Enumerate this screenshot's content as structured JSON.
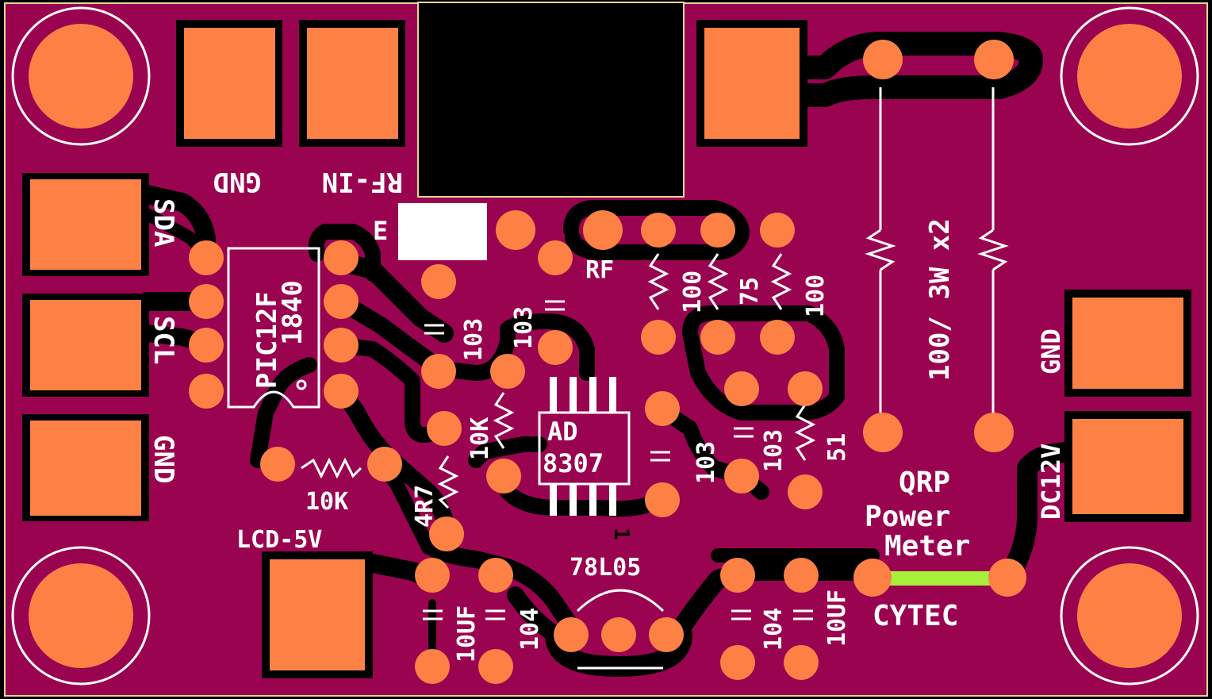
{
  "colors": {
    "background": "#000000",
    "board": "#9a0350",
    "pad": "#fd8144",
    "trace": "#000000",
    "silk": "#ffffff",
    "outline": "#e0d890",
    "jumper": "#a8f03c"
  },
  "labels": {
    "gnd_top": "GND",
    "rf_in": "RF-IN",
    "e_mark": "E",
    "sda": "SDA",
    "scl": "SCL",
    "gnd_left": "GND",
    "pic_line1": "PIC12F",
    "pic_line2": "1840",
    "res_10k_lower": "10K",
    "lcd_5v": "LCD-5V",
    "cap_103_a": "103",
    "cap_103_b": "103",
    "res_10k_mid": "10K",
    "res_4r7": "4R7",
    "ad_line1": "AD",
    "ad_line2": "8307",
    "rf": "RF",
    "res_100_a": "100",
    "res_75": "75",
    "res_100_b": "100",
    "cap_103_c": "103",
    "cap_103_d": "103",
    "res_51": "51",
    "reg": "78L05",
    "cap_10uf_a": "10UF",
    "cap_104_a": "104",
    "cap_104_b": "104",
    "cap_10uf_b": "10UF",
    "load_res": "100/ 3W x2",
    "gnd_right": "GND",
    "dc12v": "DC12V",
    "title1": "QRP",
    "title2": "Power",
    "title3": "Meter",
    "brand": "CYTEC",
    "pin1_mark": "1"
  }
}
